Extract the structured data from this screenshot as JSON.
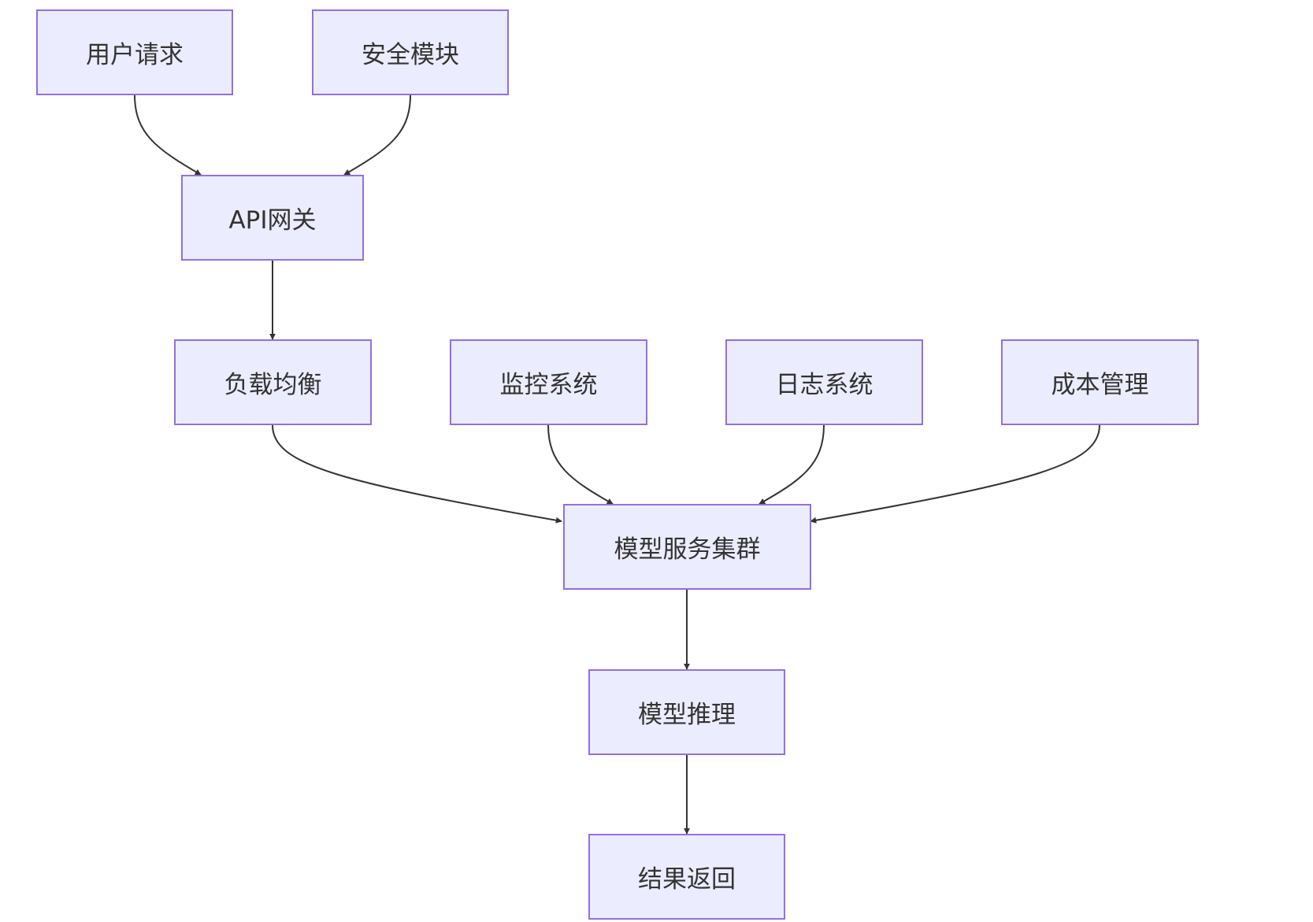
{
  "diagram": {
    "type": "flowchart",
    "nodes": {
      "user_request": {
        "label": "用户请求"
      },
      "security": {
        "label": "安全模块"
      },
      "api_gateway": {
        "label": "API网关"
      },
      "load_balance": {
        "label": "负载均衡"
      },
      "monitoring": {
        "label": "监控系统"
      },
      "logging": {
        "label": "日志系统"
      },
      "cost": {
        "label": "成本管理"
      },
      "model_cluster": {
        "label": "模型服务集群"
      },
      "model_inference": {
        "label": "模型推理"
      },
      "result": {
        "label": "结果返回"
      }
    },
    "edges": [
      {
        "from": "user_request",
        "to": "api_gateway"
      },
      {
        "from": "security",
        "to": "api_gateway"
      },
      {
        "from": "api_gateway",
        "to": "load_balance"
      },
      {
        "from": "load_balance",
        "to": "model_cluster"
      },
      {
        "from": "monitoring",
        "to": "model_cluster"
      },
      {
        "from": "logging",
        "to": "model_cluster"
      },
      {
        "from": "cost",
        "to": "model_cluster"
      },
      {
        "from": "model_cluster",
        "to": "model_inference"
      },
      {
        "from": "model_inference",
        "to": "result"
      }
    ],
    "colors": {
      "node_fill": "#ececff",
      "node_border": "#9370db",
      "edge": "#333333",
      "text": "#333333"
    }
  }
}
